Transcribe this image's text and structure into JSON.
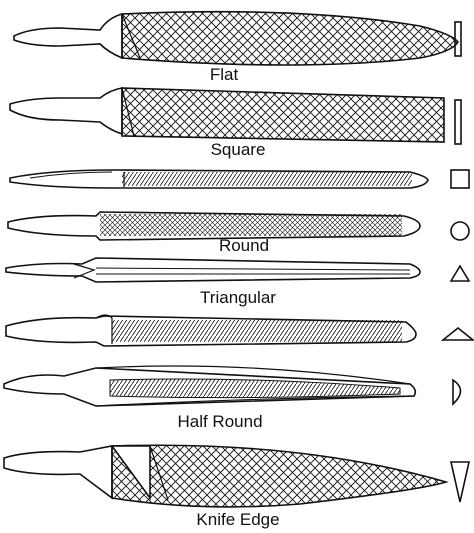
{
  "labels": {
    "flat": "Flat",
    "square": "Square",
    "round": "Round",
    "triangular": "Triangular",
    "half_round": "Half Round",
    "knife_edge": "Knife Edge"
  },
  "colors": {
    "ink": "#111111",
    "background": "#ffffff"
  }
}
